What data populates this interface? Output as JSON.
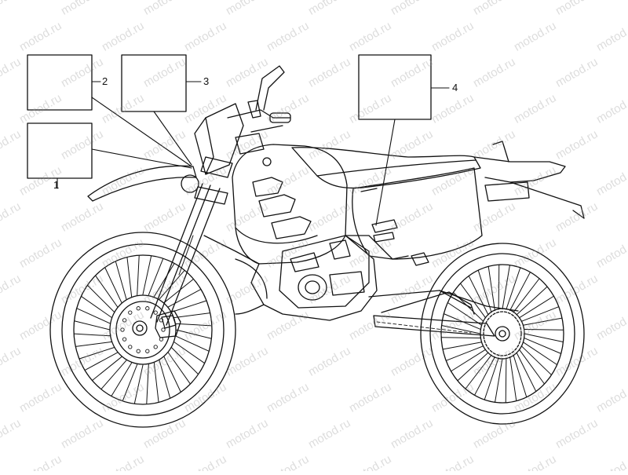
{
  "diagram": {
    "callouts": [
      {
        "id": "1",
        "label": "1"
      },
      {
        "id": "2",
        "label": "2"
      },
      {
        "id": "3",
        "label": "3"
      },
      {
        "id": "4",
        "label": "4"
      }
    ]
  },
  "watermark": {
    "text": "motod.ru"
  },
  "colors": {
    "line": "#111111",
    "background": "#ffffff",
    "watermark": "#969696"
  }
}
